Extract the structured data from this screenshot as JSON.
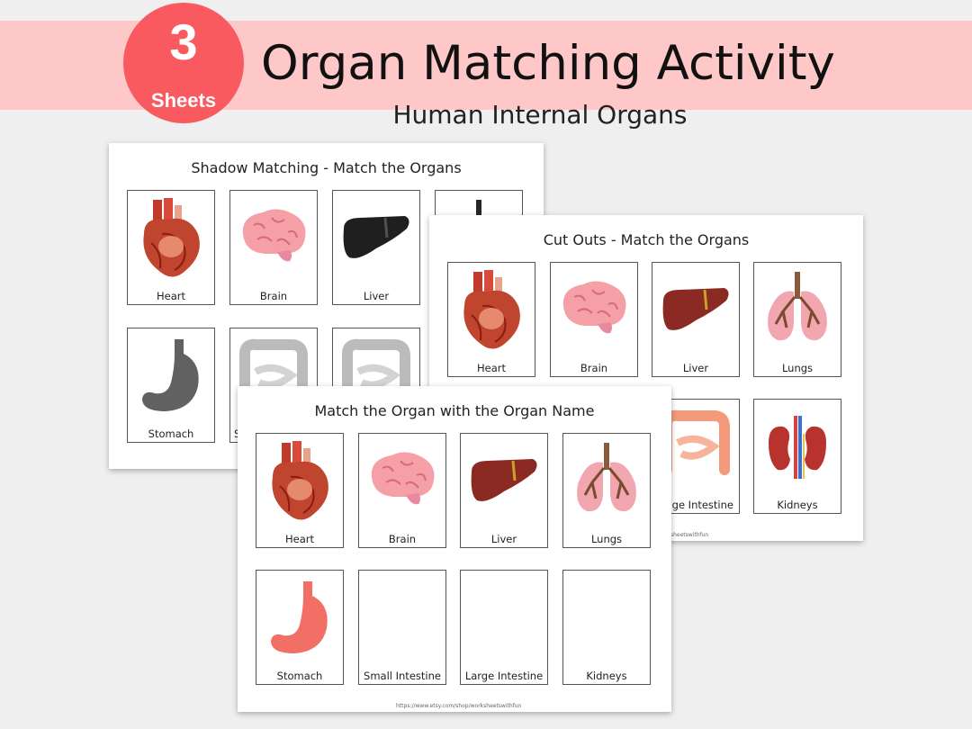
{
  "header": {
    "badge_number": "3",
    "badge_word": "Sheets",
    "title": "Organ Matching Activity",
    "subtitle": "Human Internal Organs",
    "badge_color": "#f85a5f",
    "banner_color": "#fdc8c7"
  },
  "sheets": {
    "shadow": {
      "title": "Shadow Matching - Match the Organs",
      "row1": [
        "Heart",
        "Brain",
        "Liver"
      ],
      "row2": [
        "Stomach",
        "Sm"
      ]
    },
    "cutouts": {
      "title": "Cut Outs - Match the Organs",
      "row1": [
        "Heart",
        "Brain",
        "Liver",
        "Lungs"
      ],
      "row2": [
        "ge Intestine",
        "Kidneys"
      ],
      "footer_url": "sheetswithfun"
    },
    "match": {
      "title": "Match the Organ with the Organ Name",
      "row1": [
        "Heart",
        "Brain",
        "Liver",
        "Lungs"
      ],
      "row2": [
        "Stomach",
        "Small Intestine",
        "Large Intestine",
        "Kidneys"
      ],
      "footer_url": "https://www.etsy.com/shop/worksheetswithfun"
    }
  }
}
